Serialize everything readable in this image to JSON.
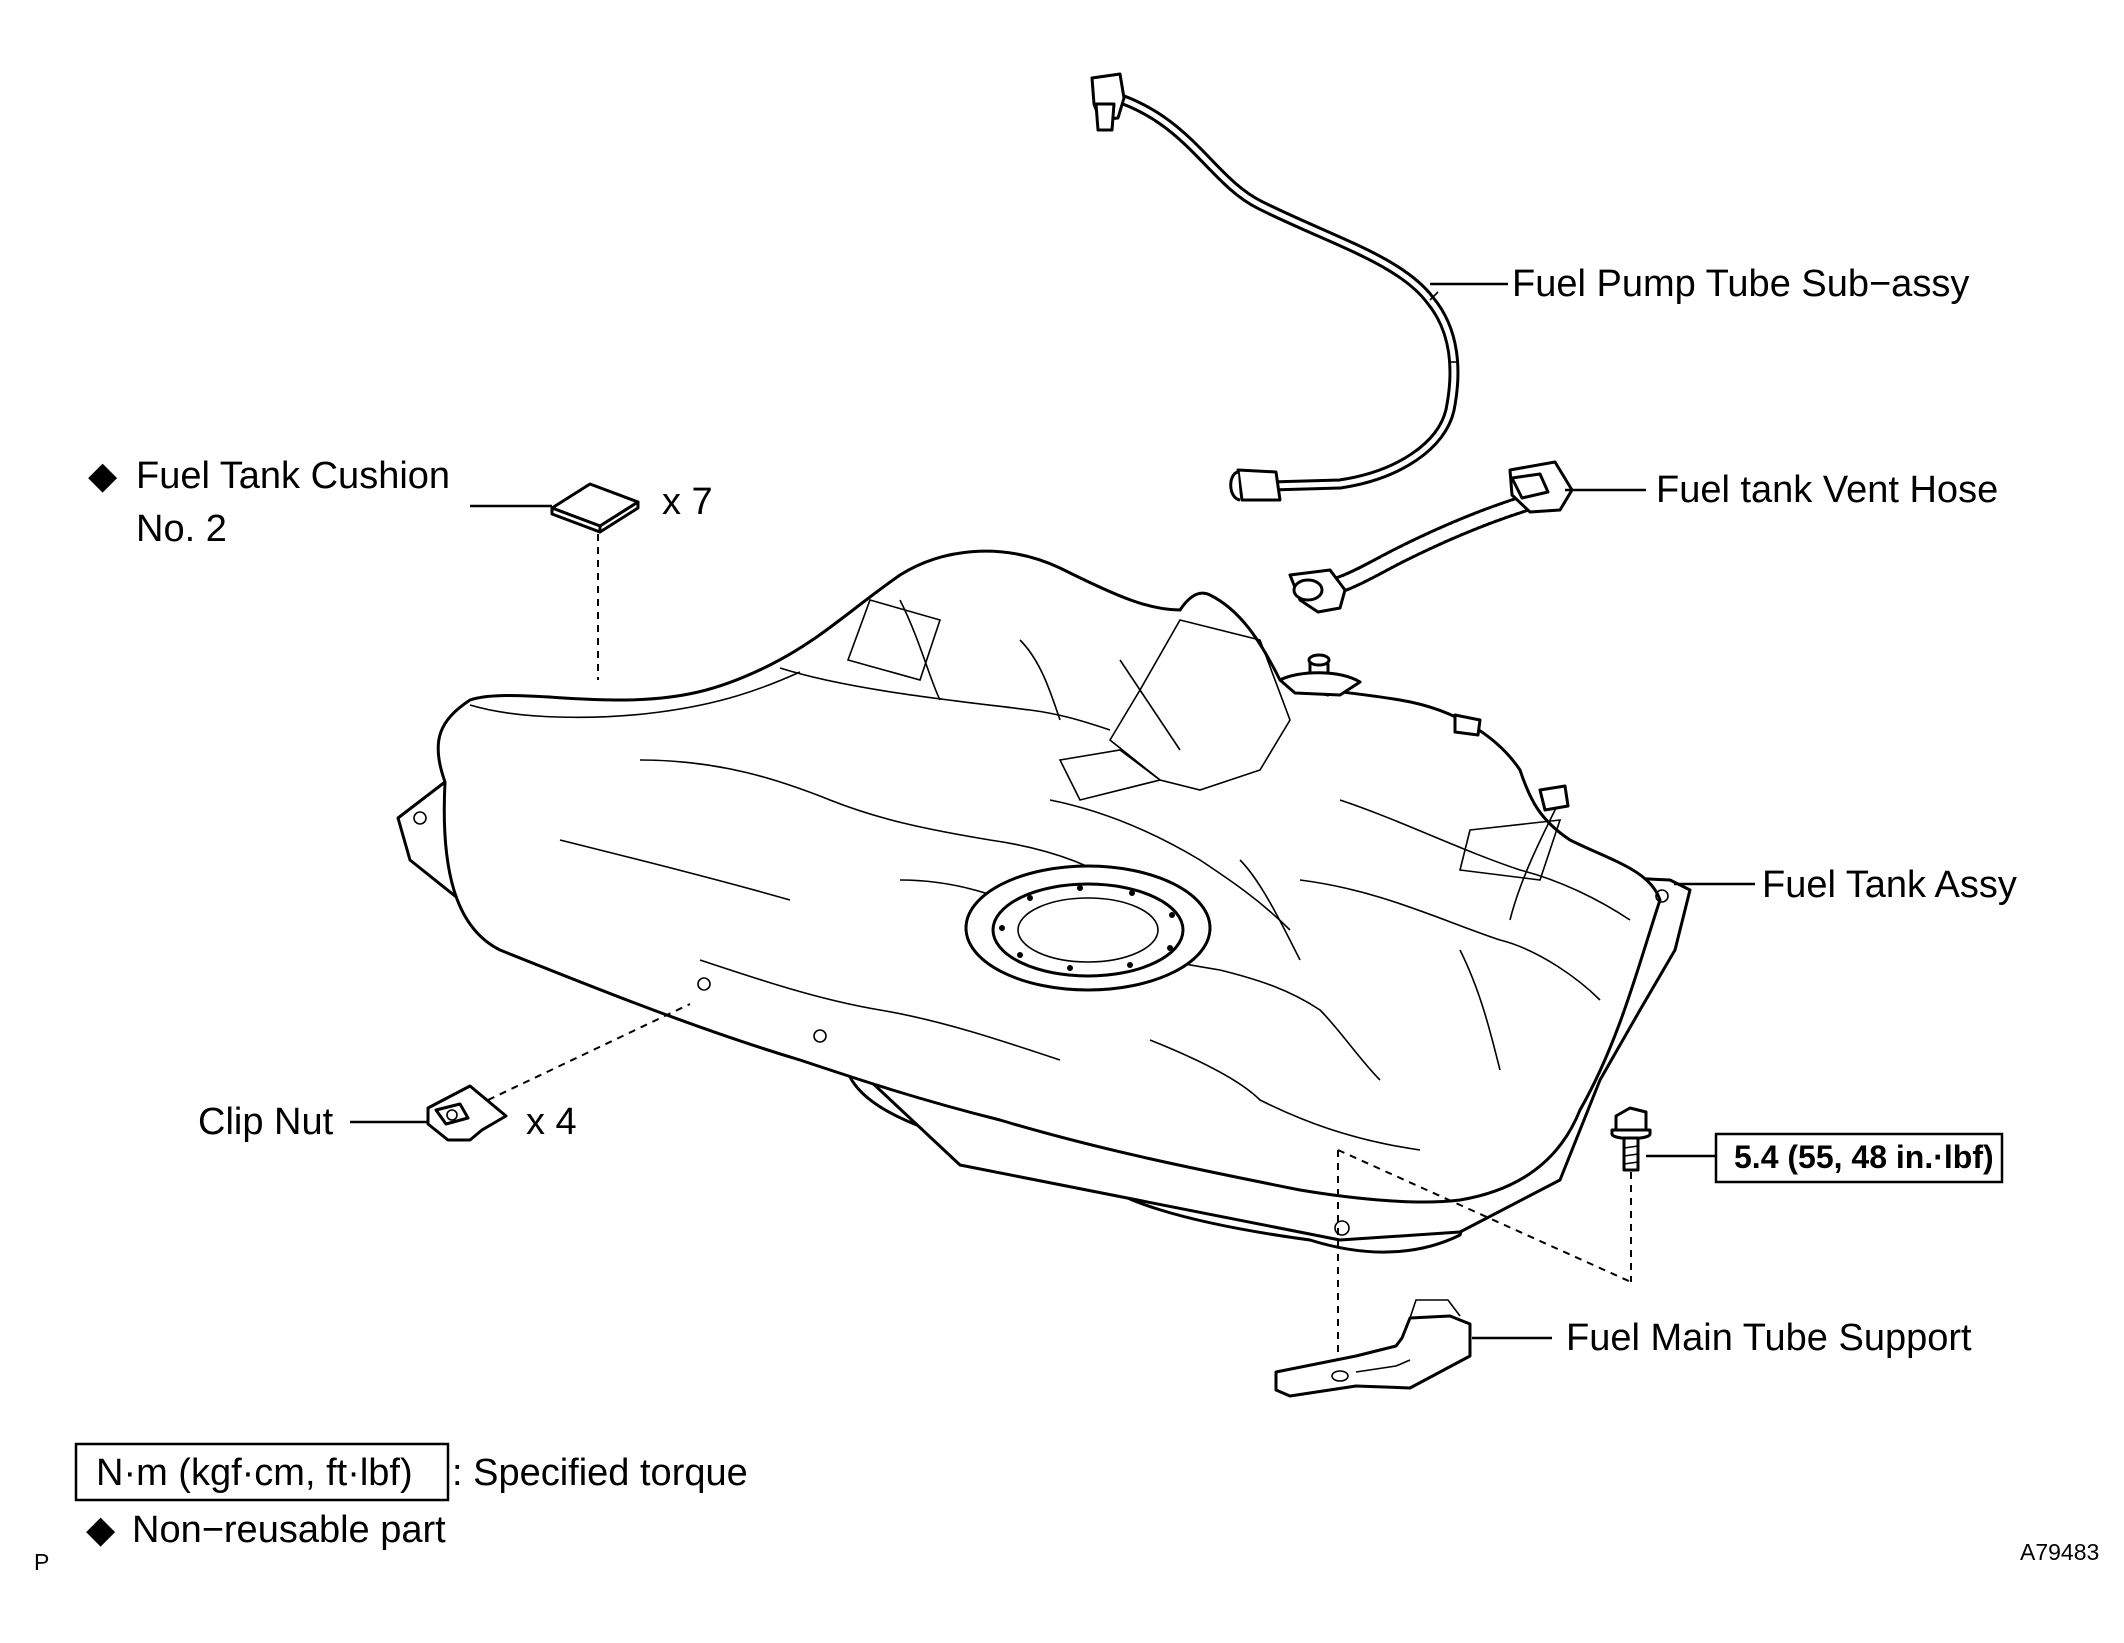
{
  "labels": {
    "fuel_pump_tube": "Fuel Pump Tube Sub−assy",
    "fuel_tank_vent_hose": "Fuel tank Vent Hose",
    "fuel_tank_cushion_line1": "Fuel Tank Cushion",
    "fuel_tank_cushion_line2": "No. 2",
    "fuel_tank_cushion_qty": "x 7",
    "fuel_tank_assy": "Fuel Tank Assy",
    "clip_nut": "Clip Nut",
    "clip_nut_qty": "x 4",
    "torque_value": "5.4 (55, 48 in.·lbf)",
    "fuel_main_tube_support": "Fuel Main Tube Support"
  },
  "legend": {
    "torque_box": "N·m (kgf·cm, ft·lbf)",
    "torque_desc": ": Specified torque",
    "nonreusable_desc": "Non−reusable part",
    "nonreusable_symbol": "◆"
  },
  "corner": {
    "left_code": "P",
    "figure_id": "A79483"
  },
  "icons": [
    "fuel-pump-tube-icon",
    "vent-hose-icon",
    "cushion-pad-icon",
    "fuel-tank-icon",
    "clip-nut-icon",
    "bolt-icon",
    "tube-support-icon",
    "diamond-icon"
  ]
}
